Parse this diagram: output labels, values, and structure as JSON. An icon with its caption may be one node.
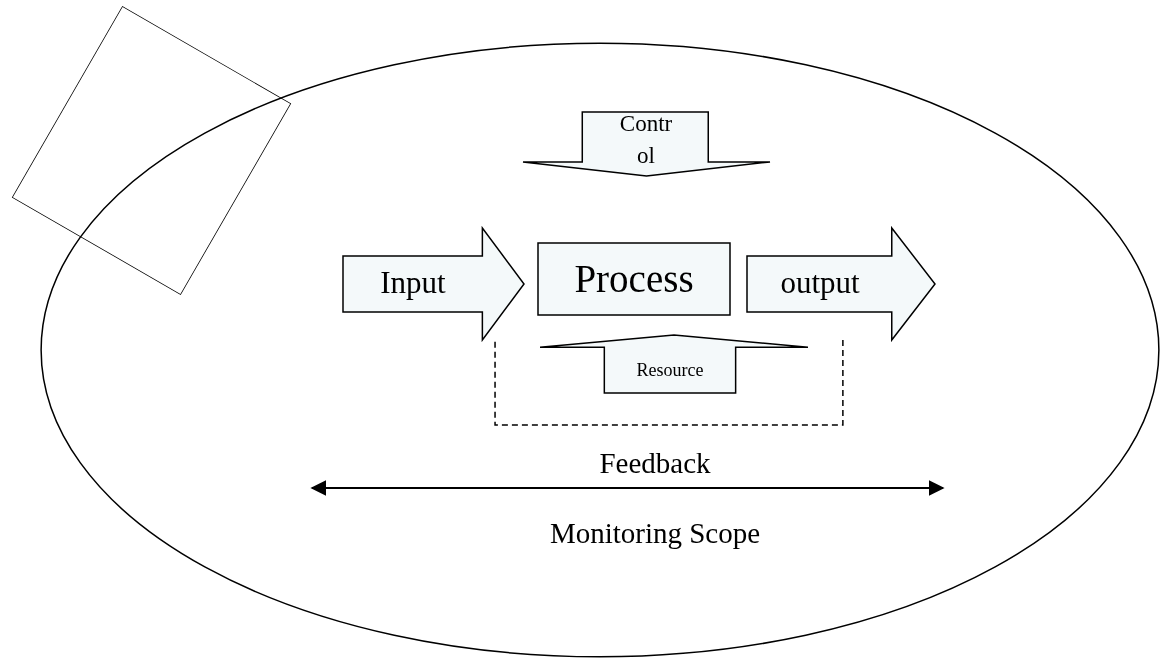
{
  "diagram": {
    "nodes": [
      {
        "text": [
          "Monitoring Scope"
        ]
      },
      {
        "text": [],
        "shape": "box"
      },
      {
        "text": [
          "Control"
        ],
        "in": 0
      },
      {
        "text": [
          "Input"
        ],
        "in": 0
      },
      {
        "text": [
          "Process"
        ],
        "in": 0
      },
      {
        "text": [
          "output"
        ],
        "in": 0
      },
      {
        "text": [
          "Resource"
        ],
        "in": 0
      }
    ],
    "edges": [
      {
        "from": 5,
        "to": 3,
        "arrow": "none",
        "style": "dashed"
      }
    ],
    "labels": [
      "Feedback"
    ]
  }
}
